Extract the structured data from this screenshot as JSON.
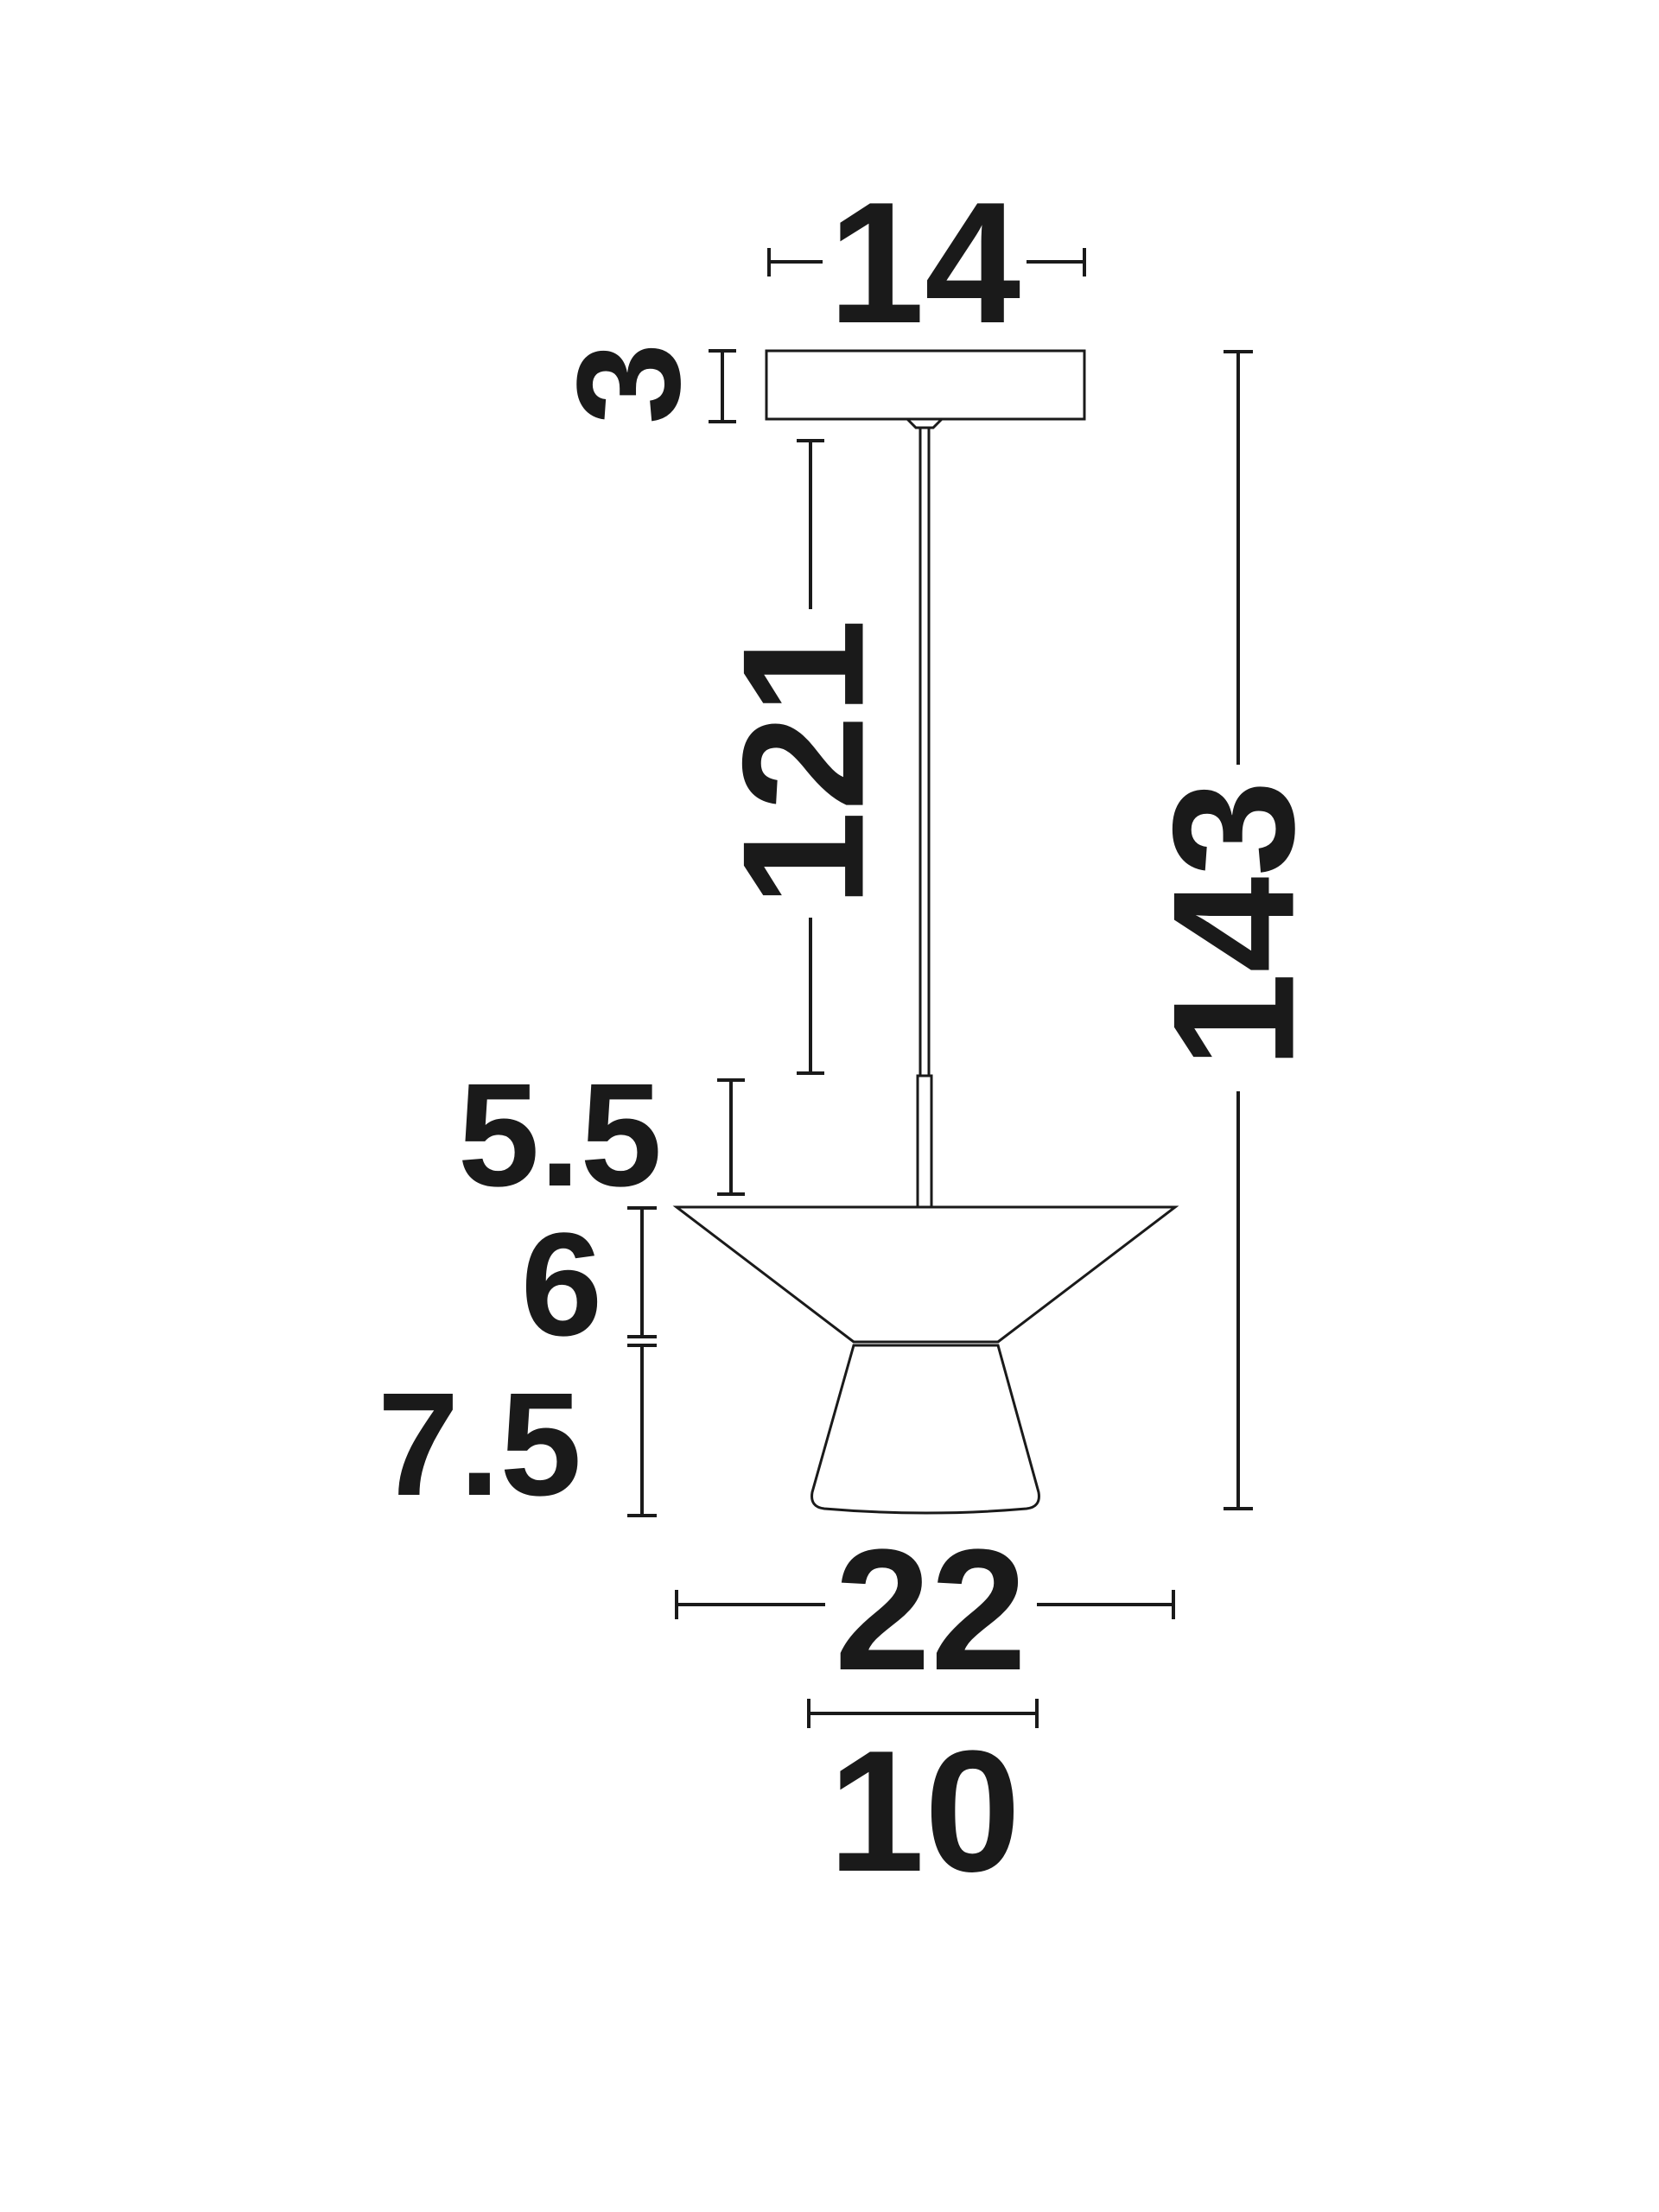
{
  "dimensions": {
    "canopy_width": "14",
    "canopy_height": "3",
    "cable_length": "121",
    "total_height": "143",
    "connector_height": "5.5",
    "upper_shade_height": "6",
    "lower_shade_height": "7.5",
    "shade_diameter": "22",
    "bottom_diameter": "10"
  },
  "colors": {
    "line": "#1a1a1a",
    "background": "#ffffff"
  }
}
